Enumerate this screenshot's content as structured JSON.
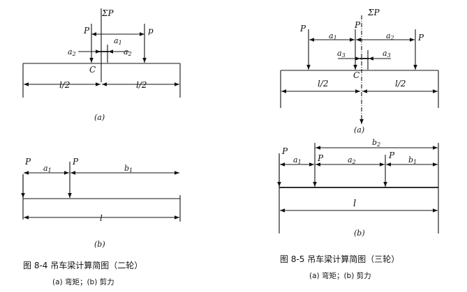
{
  "fig84": {
    "a": {
      "sum_p": "ΣP",
      "p_left": "P",
      "p_right": "p",
      "a1": "a",
      "a1_sub": "1",
      "a2_left": "a",
      "a2_left_sub": "2",
      "a2_right": "a",
      "a2_right_sub": "2",
      "c": "C",
      "half_left": "l/2",
      "half_right": "l/2",
      "sub": "(a)"
    },
    "b": {
      "p_left": "P",
      "p_right": "P",
      "a1": "a",
      "a1_sub": "1",
      "b1": "b",
      "b1_sub": "1",
      "l": "l",
      "sub": "(b)"
    },
    "caption": "图 8-4   吊车梁计算简图（二轮）",
    "subcaption": "(a) 弯矩；(b) 剪力"
  },
  "fig85": {
    "a": {
      "sum_p": "ΣP",
      "p_left": "P",
      "p_mid": "P",
      "p_right": "P",
      "a1": "a",
      "a1_sub": "1",
      "a2": "a",
      "a2_sub": "2",
      "a3_left": "a",
      "a3_left_sub": "3",
      "a3_right": "a",
      "a3_right_sub": "3",
      "c": "C",
      "half_left": "l/2",
      "half_right": "l/2",
      "sub": "(a)"
    },
    "b": {
      "b2": "b",
      "b2_sub": "2",
      "p_left": "P",
      "p_mid1": "P",
      "p_mid2": "P",
      "a1": "a",
      "a1_sub": "1",
      "a2": "a",
      "a2_sub": "2",
      "b1": "b",
      "b1_sub": "1",
      "l": "l",
      "sub": "(b)"
    },
    "caption": "图 8-5   吊车梁计算简图（三轮）",
    "subcaption": "(a) 弯矩；(b) 剪力"
  }
}
